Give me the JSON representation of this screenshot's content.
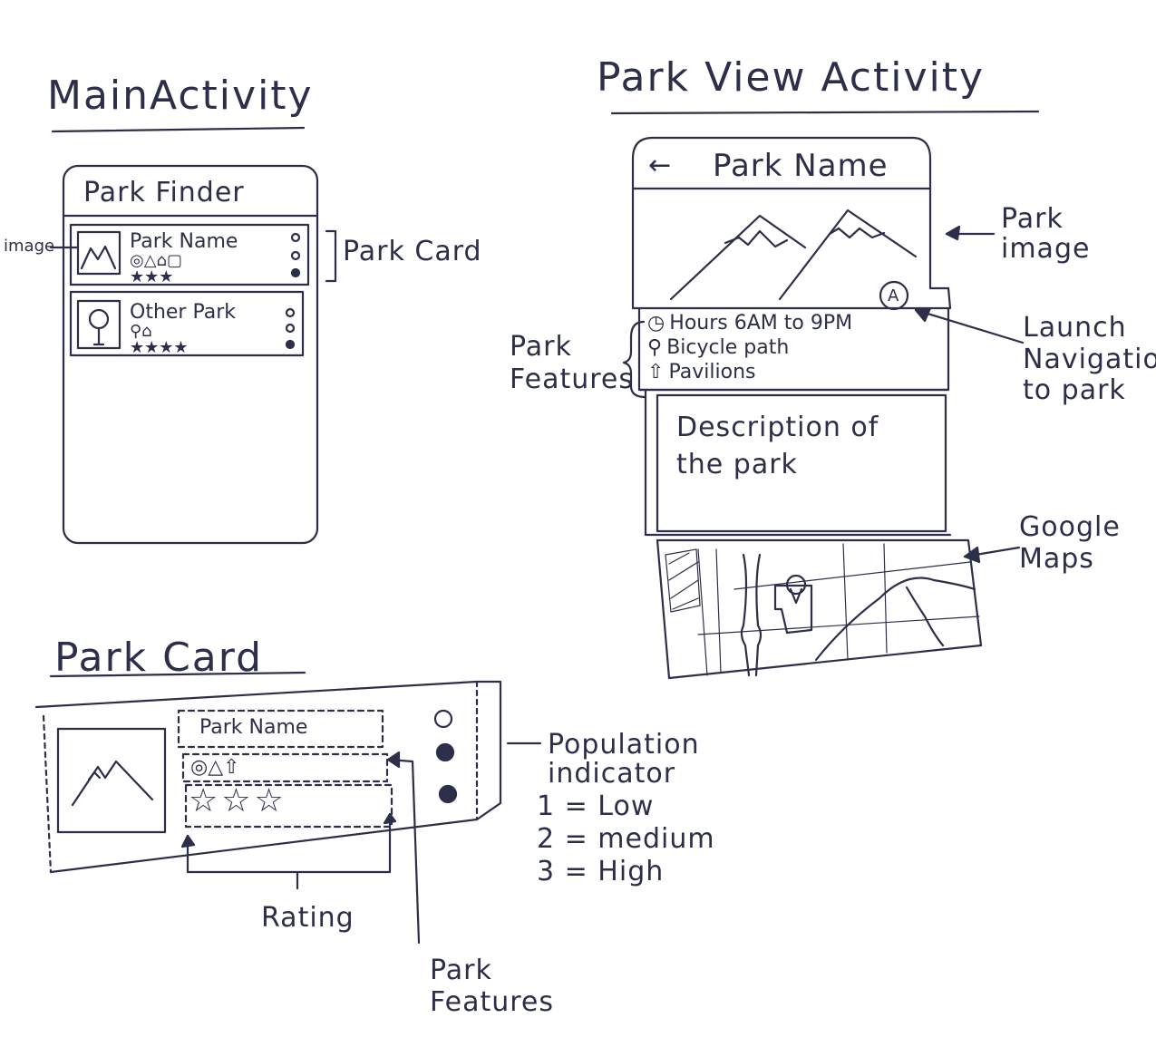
{
  "main_activity": {
    "title": "MainActivity",
    "app_title": "Park Finder",
    "image_callout": "image",
    "card_callout": "Park Card",
    "cards": [
      {
        "name": "Park Name",
        "icons": "◎△⌂▢",
        "rating": "★★★"
      },
      {
        "name": "Other Park",
        "icons": "⚲⌂",
        "rating": "★★★★"
      }
    ]
  },
  "park_view": {
    "title": "Park View Activity",
    "back_arrow": "←",
    "park_name": "Park Name",
    "park_image_callout": "Park image",
    "nav_badge": "A",
    "nav_callout": "Launch Navigation to park",
    "features_callout": "Park Features",
    "features": [
      {
        "icon": "clock-icon",
        "glyph": "◷",
        "label": "Hours   6AM to 9PM"
      },
      {
        "icon": "bicycle-icon",
        "glyph": "⚲",
        "label": "Bicycle path"
      },
      {
        "icon": "pavilion-icon",
        "glyph": "⇧",
        "label": "Pavilions"
      }
    ],
    "description": "Description of the park",
    "maps_callout": "Google Maps"
  },
  "park_card": {
    "title": "Park Card",
    "name": "Park Name",
    "icons": "◎△⇧",
    "rating": "☆☆☆",
    "rating_callout": "Rating",
    "features_callout": "Park Features",
    "population_callout": "Population indicator",
    "levels": [
      "1 = Low",
      "2 = medium",
      "3 = High"
    ]
  }
}
